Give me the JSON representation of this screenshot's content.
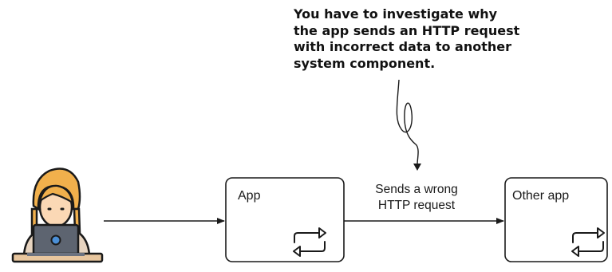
{
  "annotation": {
    "text": "You have to investigate why\nthe app sends an HTTP request\nwith incorrect data to another\nsystem component."
  },
  "nodes": {
    "user": {
      "icon": "developer-at-laptop-icon"
    },
    "app": {
      "label": "App",
      "icon": "exchange-arrows-icon"
    },
    "other_app": {
      "label": "Other app",
      "icon": "exchange-arrows-icon"
    }
  },
  "edges": {
    "app_to_other": {
      "label": "Sends a wrong\nHTTP request"
    }
  },
  "colors": {
    "stroke": "#1a1a1a",
    "hair": "#f1b04c",
    "hair_dark": "#d48a1c",
    "skin": "#fbd8b5",
    "laptop": "#5d6470",
    "laptop_base": "#6b7280",
    "logo": "#4b8fd6",
    "shirt": "#e7d4c0",
    "desk": "#e8c69e"
  }
}
